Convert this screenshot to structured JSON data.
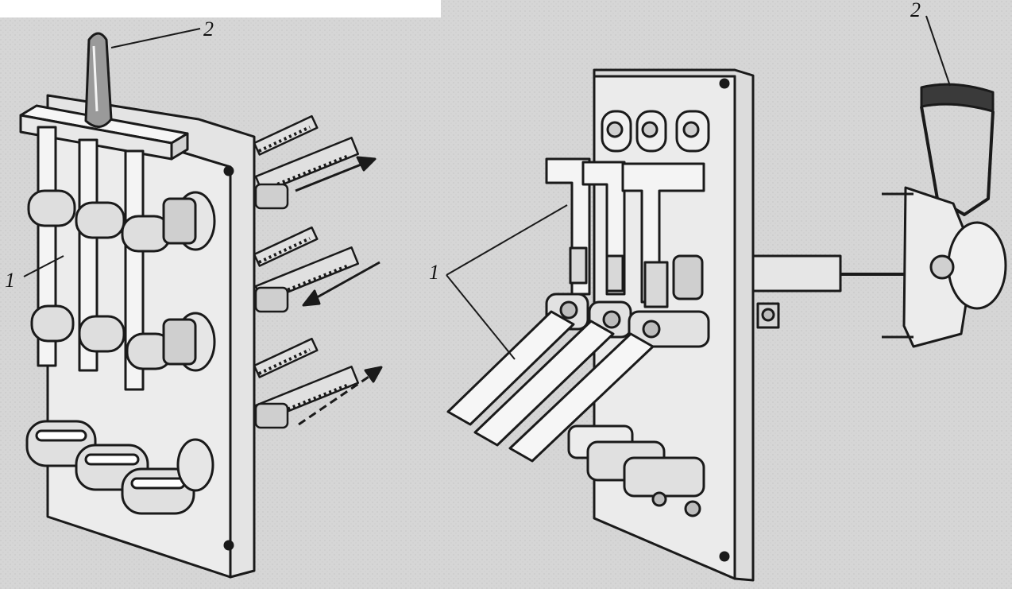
{
  "figure": {
    "left_view": {
      "labels": {
        "blade": "1",
        "handle": "2"
      }
    },
    "right_view": {
      "labels": {
        "blade": "1",
        "handle": "2"
      }
    }
  },
  "colors": {
    "paper": "#d9d9d9",
    "ink": "#1a1a1a",
    "highlight": "#ffffff"
  }
}
